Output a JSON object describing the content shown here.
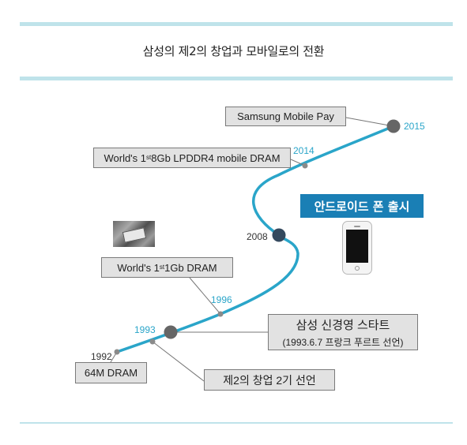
{
  "title": "삼성의 제2의 창업과 모바일로의 전환",
  "milestones": {
    "samsung_pay": "Samsung Mobile Pay",
    "lpddr4_pre": "World's 1",
    "lpddr4_sup": "st",
    "lpddr4_post": " 8Gb LPDDR4 mobile DRAM",
    "dram_1gb_pre": "World's 1",
    "dram_1gb_sup": "st",
    "dram_1gb_post": " 1Gb DRAM",
    "dram_64m": "64M DRAM",
    "new_management_line1": "삼성 신경영 스타트",
    "new_management_line2": "(1993.6.7 프랑크 푸르트 선언)",
    "second_founding": "제2의 창업 2기 선언",
    "android_launch": "안드로이드 폰 출시"
  },
  "years": {
    "y1992": "1992",
    "y1993": "1993",
    "y1996": "1996",
    "y2008": "2008",
    "y2014": "2014",
    "y2015": "2015"
  },
  "colors": {
    "timeline_line": "#2aa5c9",
    "accent_box": "#1a7fb5",
    "rule": "#bfe3ea",
    "node_large": "#666666",
    "node_small": "#8a8a8a",
    "node_2008": "#34495e"
  },
  "icons": {
    "phone": "smartphone-icon",
    "chip": "dram-chip-image"
  }
}
